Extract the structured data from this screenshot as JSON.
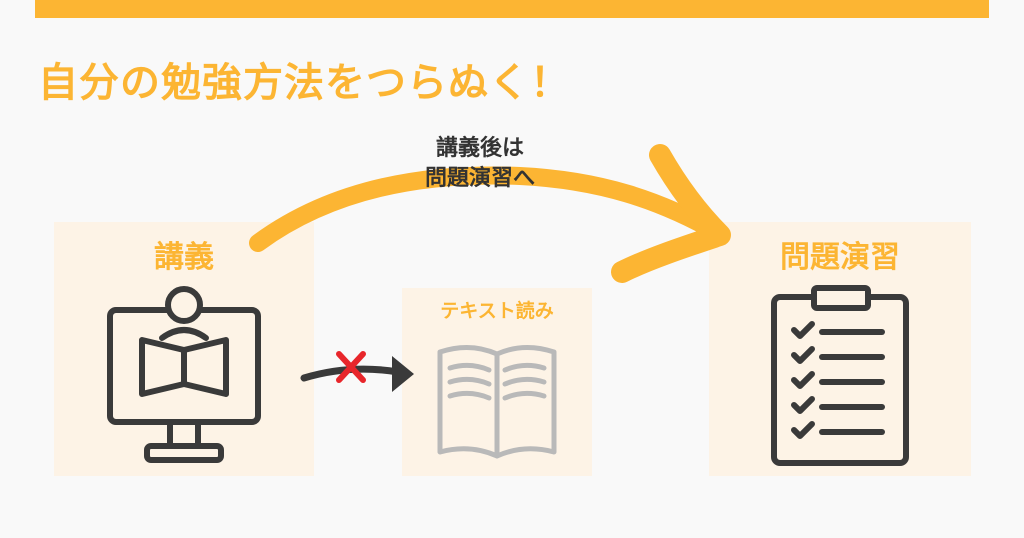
{
  "title": "自分の勉強方法をつらぬく！",
  "arrow_caption": {
    "line1": "講義後は",
    "line2": "問題演習へ"
  },
  "panels": {
    "lecture": {
      "label": "講義",
      "icon": "monitor-reading-person-icon"
    },
    "text_reading": {
      "label": "テキスト読み",
      "icon": "open-book-icon"
    },
    "practice": {
      "label": "問題演習",
      "icon": "clipboard-checklist-icon"
    }
  },
  "colors": {
    "accent": "#fcb533",
    "panel_bg": "#fdf3e6",
    "icon_dark": "#3a3a3a",
    "icon_grey": "#b9b9b9",
    "cross": "#e8262b"
  }
}
